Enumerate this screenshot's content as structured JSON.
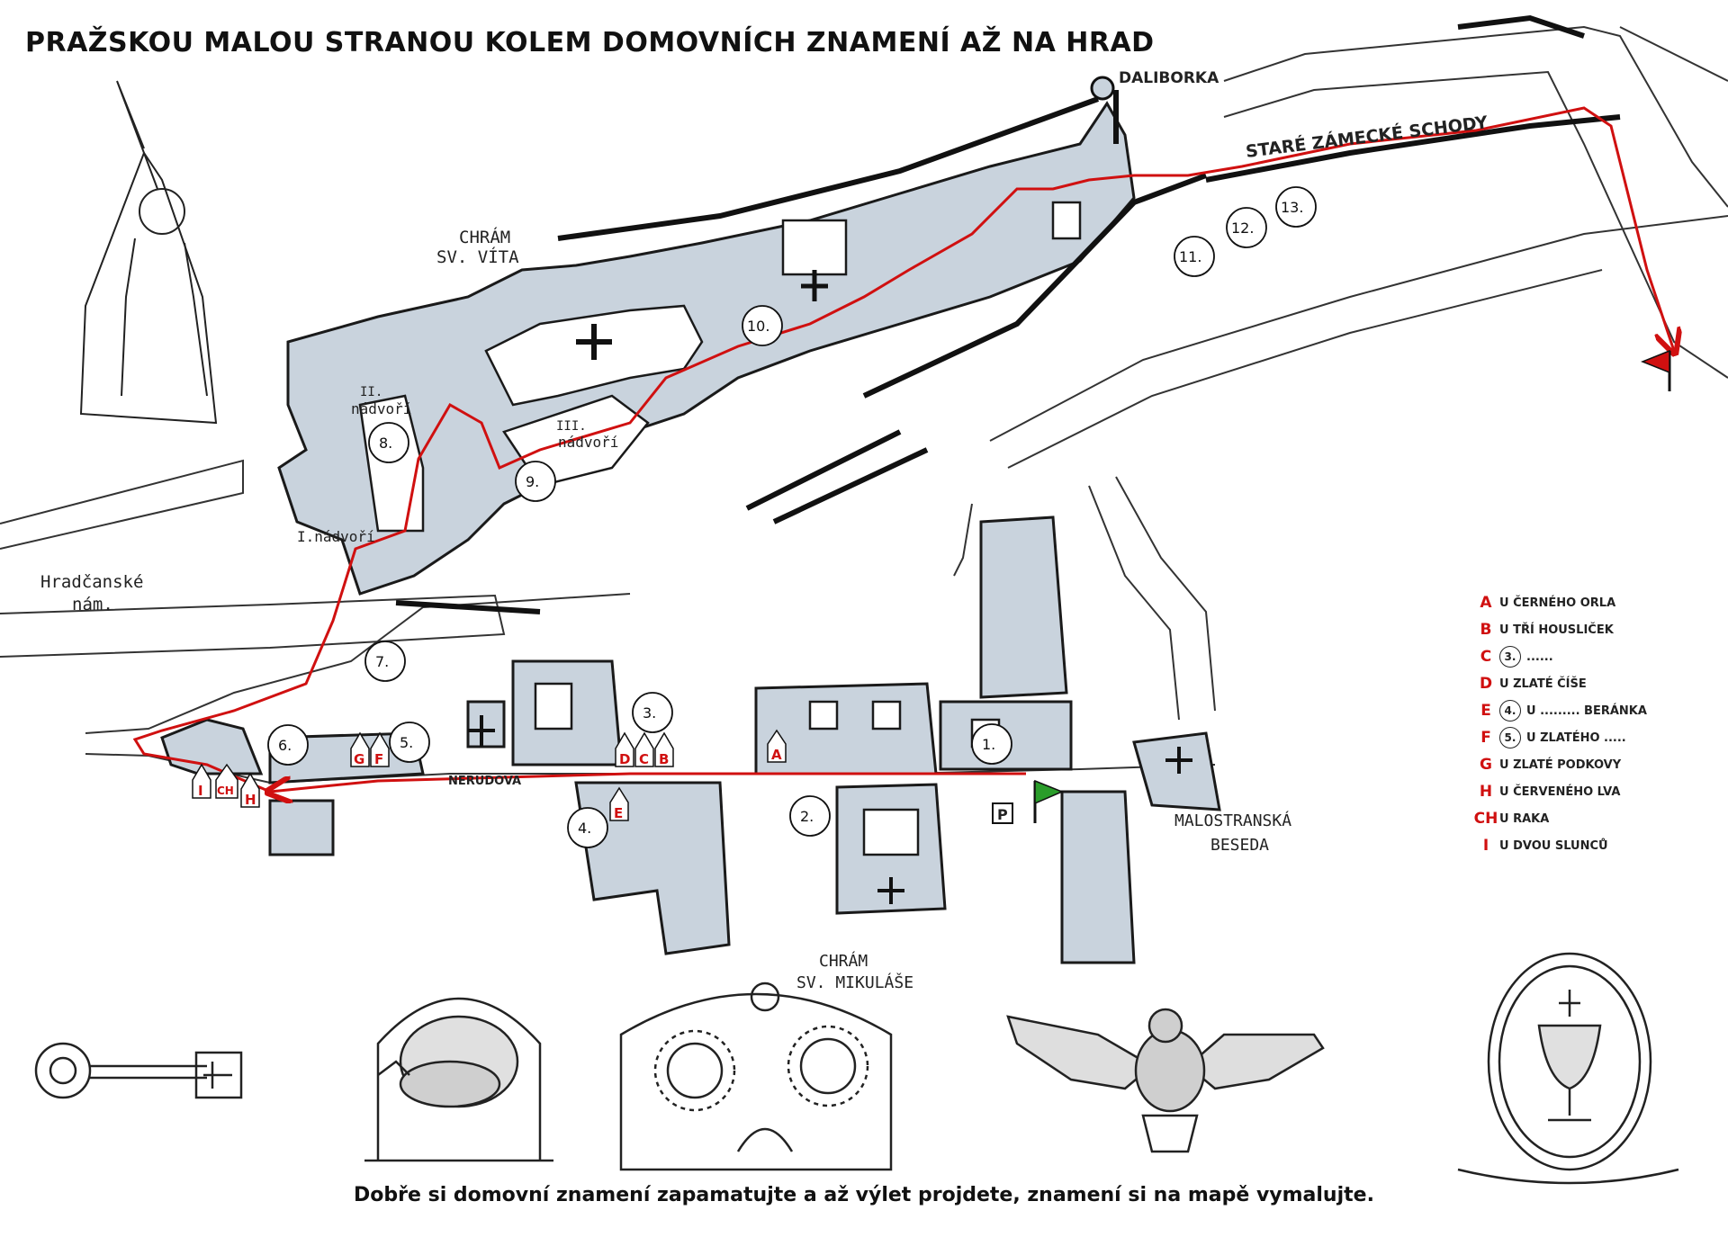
{
  "title": "PRAŽSKOU MALOU STRANOU KOLEM DOMOVNÍCH ZNAMENÍ AŽ NA HRAD",
  "footer": "Dobře si domovní znamení zapamatujte a až výlet projdete,  znamení si na mapě vymalujte.",
  "places": {
    "daliborka": "DALIBORKA",
    "stare_zamecke_schody": "STARÉ ZÁMECKÉ SCHODY",
    "chram_vita_1": "CHRÁM",
    "chram_vita_2": "SV. VÍTA",
    "nadvori_1": "I.nádvoří",
    "nadvori_2a": "II.",
    "nadvori_2b": "nádvoří",
    "nadvori_3a": "III.",
    "nadvori_3b": "nádvoří",
    "hradcanske_1": "Hradčanské",
    "hradcanske_2": "nám.",
    "nerudova": "NERUDOVA",
    "malostranska_1": "MALOSTRANSKÁ",
    "malostranska_2": "BESEDA",
    "mikulas_1": "CHRÁM",
    "mikulas_2": "SV. MIKULÁŠE",
    "parking": "P"
  },
  "stops": [
    "1.",
    "2.",
    "3.",
    "4.",
    "5.",
    "6.",
    "7.",
    "8.",
    "9.",
    "10.",
    "11.",
    "12.",
    "13."
  ],
  "signs": [
    "A",
    "B",
    "C",
    "D",
    "E",
    "F",
    "G",
    "H",
    "CH",
    "I"
  ],
  "legend": [
    {
      "key": "A",
      "num": "",
      "text": "U ČERNÉHO ORLA"
    },
    {
      "key": "B",
      "num": "",
      "text": "U TŘÍ HOUSLIČEK"
    },
    {
      "key": "C",
      "num": "3.",
      "text": "......"
    },
    {
      "key": "D",
      "num": "",
      "text": "U ZLATÉ ČÍŠE"
    },
    {
      "key": "E",
      "num": "4.",
      "text": "U ......... BERÁNKA"
    },
    {
      "key": "F",
      "num": "5.",
      "text": "U ZLATÉHO ....."
    },
    {
      "key": "G",
      "num": "",
      "text": "U ZLATÉ PODKOVY"
    },
    {
      "key": "H",
      "num": "",
      "text": "U ČERVENÉHO LVA"
    },
    {
      "key": "CH",
      "num": "",
      "text": "U RAKA"
    },
    {
      "key": "I",
      "num": "",
      "text": "U DVOU SLUNCŮ"
    }
  ],
  "drawings": [
    "princess-drawing",
    "key-drawing",
    "lamb-sign-drawing",
    "two-suns-sign-drawing",
    "eagle-sign-drawing",
    "golden-chalice-sign-drawing"
  ],
  "colors": {
    "route": "#d01010",
    "building": "#c9d3dd",
    "outline": "#1a1a1a",
    "start_flag": "#2a9d2a",
    "end_flag": "#d01010"
  }
}
